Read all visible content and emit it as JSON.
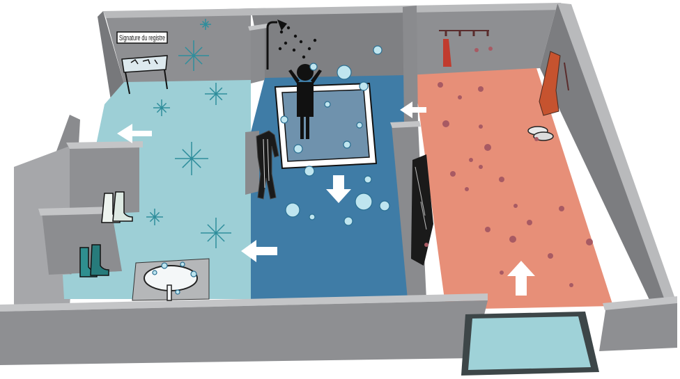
{
  "sign": {
    "label": "Signature du registre"
  },
  "zones": [
    {
      "id": "clean",
      "color": "#9dcfd6"
    },
    {
      "id": "shower",
      "color": "#3f7ca6"
    },
    {
      "id": "dirty",
      "color": "#e78f78"
    }
  ],
  "colors": {
    "wall_top": "#b9babc",
    "wall_face": "#8a8b8e",
    "wall_dark": "#6f7073",
    "arrow": "#ffffff",
    "mat": "#9fd2d8",
    "mat_frame": "#3d4648",
    "bubble_fill": "#bfe5ef",
    "bubble_stroke": "#2a6f92",
    "sparkle": "#2f8e9c",
    "stain": "#a85a63"
  },
  "icons": [
    "shower-head-icon",
    "person-showering-icon",
    "wetsuit-icon",
    "wetsuit-rack-icon",
    "coat-hook-icon",
    "coat-icon",
    "shoes-icon",
    "boots-icon",
    "sink-icon",
    "register-desk-icon",
    "sparkle-icon",
    "bubble-icon",
    "stain-icon",
    "flow-arrow-icon",
    "foot-mat-icon"
  ]
}
